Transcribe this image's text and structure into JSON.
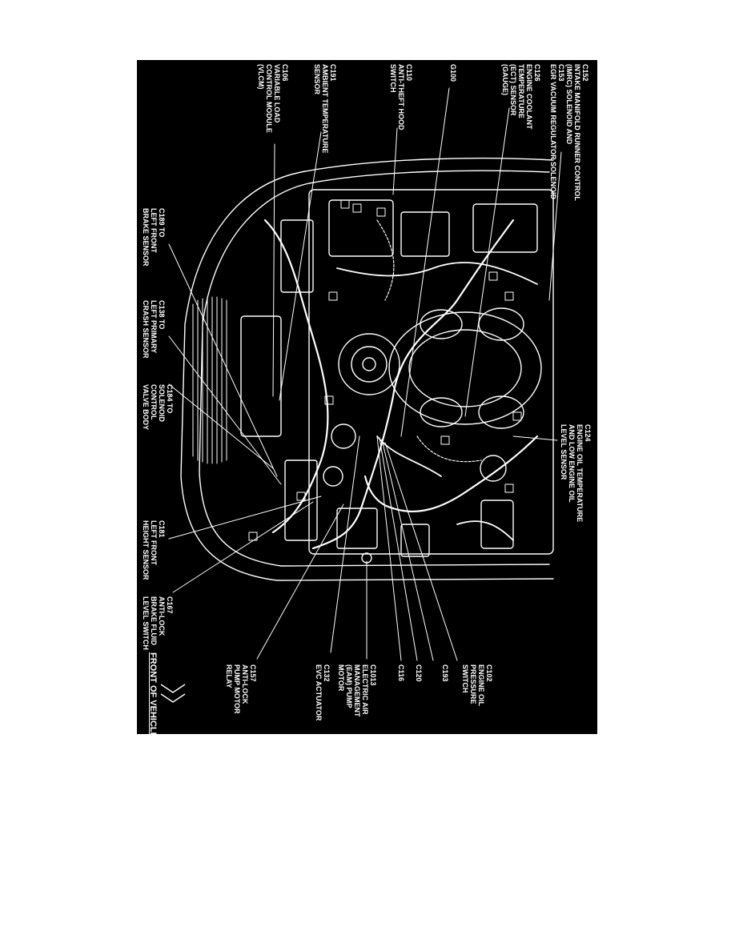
{
  "diagram": {
    "front_label": "FRONT OF VEHICLE",
    "callouts_top": [
      {
        "id": "c152",
        "lines": [
          "C152",
          "INTAKE MANIFOLD RUNNER CONTROL",
          "(IMRC) SOLENOID AND",
          "C153",
          "EGR VACUUM REGULATOR SOLENOID"
        ]
      },
      {
        "id": "c126",
        "lines": [
          "C126",
          "ENGINE COOLANT",
          "TEMPERATURE",
          "(ECT) SENSOR",
          "(GAUGE)"
        ]
      },
      {
        "id": "g100",
        "lines": [
          "G100"
        ]
      },
      {
        "id": "c110",
        "lines": [
          "C110",
          "ANTI-THEFT HOOD",
          "SWITCH"
        ]
      },
      {
        "id": "c191",
        "lines": [
          "C191",
          "AMBIENT TEMPERATURE",
          "SENSOR"
        ]
      },
      {
        "id": "c106",
        "lines": [
          "C106",
          "VARIABLE LOAD",
          "CONTROL MODULE",
          "(VLCM)"
        ]
      }
    ],
    "callouts_middle": [
      {
        "id": "c124",
        "lines": [
          "C124",
          "ENGINE OIL TEMPERATURE",
          "AND LOW ENGINE OIL",
          "LEVEL SENSOR"
        ]
      },
      {
        "id": "c189",
        "lines": [
          "C189 TO",
          "LEFT FRONT",
          "BRAKE SENSOR"
        ]
      },
      {
        "id": "c138",
        "lines": [
          "C138 TO",
          "LEFT PRIMARY",
          "CRASH SENSOR"
        ]
      },
      {
        "id": "c184",
        "lines": [
          "C184 TO",
          "SOLENOID",
          "CONTROL",
          "VALVE BODY"
        ]
      },
      {
        "id": "c81",
        "lines": [
          "C181",
          "LEFT FRONT",
          "HEIGHT SENSOR"
        ]
      }
    ],
    "callouts_bottom": [
      {
        "id": "c167",
        "lines": [
          "C167",
          "ANTI-LOCK",
          "BRAKE FLUID",
          "LEVEL SWITCH"
        ]
      },
      {
        "id": "c157",
        "lines": [
          "C157",
          "ANTI-LOCK",
          "PUMP MOTOR",
          "RELAY"
        ]
      },
      {
        "id": "c132",
        "lines": [
          "C132",
          "EVC ACTUATOR"
        ]
      },
      {
        "id": "c1013",
        "lines": [
          "C1013",
          "ELECTRIC AIR",
          "MANAGEMENT",
          "(EAM) PUMP",
          "MOTOR"
        ]
      },
      {
        "id": "c116",
        "lines": [
          "C116"
        ]
      },
      {
        "id": "c120",
        "lines": [
          "C120"
        ]
      },
      {
        "id": "c193",
        "lines": [
          "C193"
        ]
      },
      {
        "id": "c102",
        "lines": [
          "C102",
          "ENGINE OIL",
          "PRESSURE",
          "SWITCH"
        ]
      }
    ]
  }
}
